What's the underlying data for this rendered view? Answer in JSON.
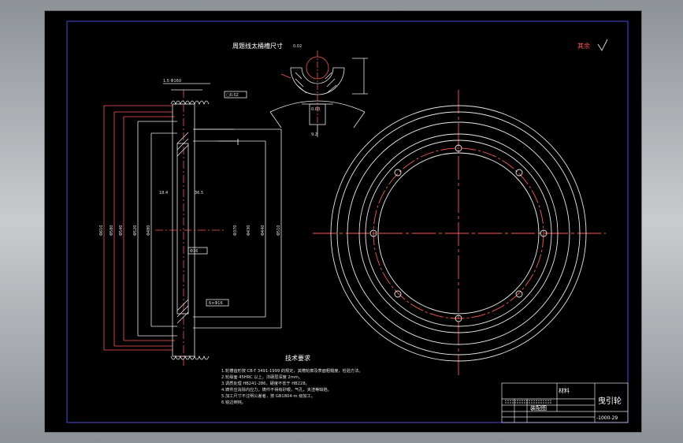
{
  "drawing": {
    "section_title": "周题线太桶槽尺寸",
    "roughness_note": "其余",
    "tech_title": "技术要求",
    "tech_notes": [
      "1.轮槽齿形按 CB-T 3491-1999 的规定，其槽轮廓及表面粗糙度，检验方法。",
      "2.轮缘面 45HRC 以上，淬硬层深度 2mm。",
      "3.调质处理 HB241-286，硬度不低于 HB228。",
      "4.铸件应消除内应力，铸件不得有砂眼，气孔，夹渣等缺陷。",
      "5.加工尺寸不注明公差者，按 GB1804-m 级加工。",
      "6.锐边倒钝。"
    ],
    "title_block": {
      "part_name": "曳引轮",
      "material": "材料",
      "drawing_no": "-1000-29",
      "org": "装配图"
    }
  }
}
